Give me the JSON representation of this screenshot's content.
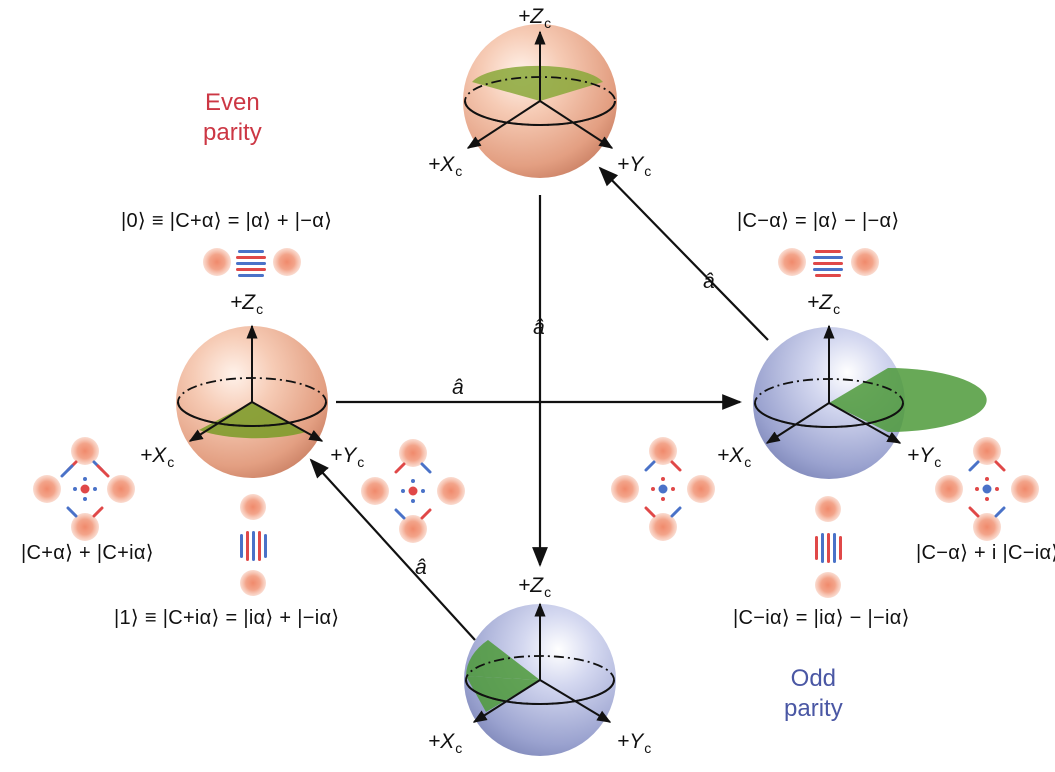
{
  "labels": {
    "even": "Even\nparity",
    "odd": "Odd\nparity",
    "axis_z": "+Z",
    "axis_x": "+X",
    "axis_y": "+Y",
    "axis_sub": "c",
    "a_hat": "â"
  },
  "formulas": {
    "zero_state": "|0⟩ ≡ |C+α⟩ = |α⟩ + |−α⟩",
    "one_state": "|1⟩ ≡ |C+iα⟩ = |iα⟩ + |−iα⟩",
    "c_minus_alpha": "|C−α⟩ = |α⟩ − |−α⟩",
    "c_minus_ialpha": "|C−iα⟩ = |iα⟩ − |−iα⟩",
    "even_superposition": "|C+α⟩ + |C+iα⟩",
    "odd_superposition": "|C−α⟩ + i |C−iα⟩"
  },
  "colors": {
    "even_sphere": "#e8a88a",
    "odd_sphere": "#9aa3d0",
    "wedge": "#6f9a2e",
    "even_text": "#cc3744",
    "odd_text": "#4a57a4",
    "blob": "#f1a084",
    "fringe_red": "#e04848",
    "fringe_blue": "#4a72c8"
  }
}
